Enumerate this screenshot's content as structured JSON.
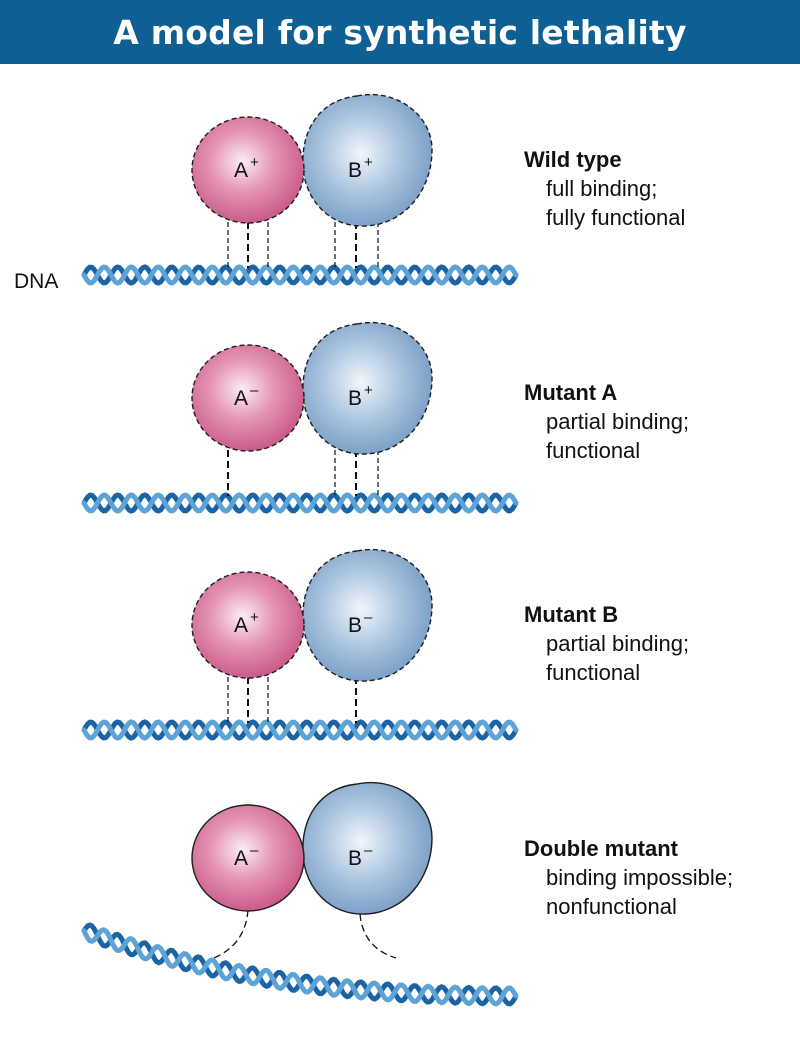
{
  "title": "A model for synthetic lethality",
  "dna_label": "DNA",
  "colors": {
    "banner": "#0d5f94",
    "protein_a": "#d1668f",
    "protein_b": "#7fa6cc",
    "dna_strand_light": "#5ea3d6",
    "dna_strand_dark": "#1b63a5"
  },
  "panels": [
    {
      "title": "Wild type",
      "line1": "full binding;",
      "line2": "fully functional",
      "protein_a": {
        "letter": "A",
        "sign": "+"
      },
      "protein_b": {
        "letter": "B",
        "sign": "+"
      },
      "outline": "dashed",
      "a_contacts": 3,
      "b_contacts": 3,
      "dna_shape": "straight"
    },
    {
      "title": "Mutant A",
      "line1": "partial binding;",
      "line2": "functional",
      "protein_a": {
        "letter": "A",
        "sign": "–"
      },
      "protein_b": {
        "letter": "B",
        "sign": "+"
      },
      "outline": "dashed",
      "a_contacts": 1,
      "b_contacts": 3,
      "dna_shape": "straight"
    },
    {
      "title": "Mutant B",
      "line1": "partial binding;",
      "line2": "functional",
      "protein_a": {
        "letter": "A",
        "sign": "+"
      },
      "protein_b": {
        "letter": "B",
        "sign": "–"
      },
      "outline": "dashed",
      "a_contacts": 3,
      "b_contacts": 1,
      "dna_shape": "straight"
    },
    {
      "title": "Double mutant",
      "line1": "binding impossible;",
      "line2": "nonfunctional",
      "protein_a": {
        "letter": "A",
        "sign": "–"
      },
      "protein_b": {
        "letter": "B",
        "sign": "–"
      },
      "outline": "solid",
      "a_contacts": 0,
      "b_contacts": 0,
      "dna_shape": "curved"
    }
  ]
}
